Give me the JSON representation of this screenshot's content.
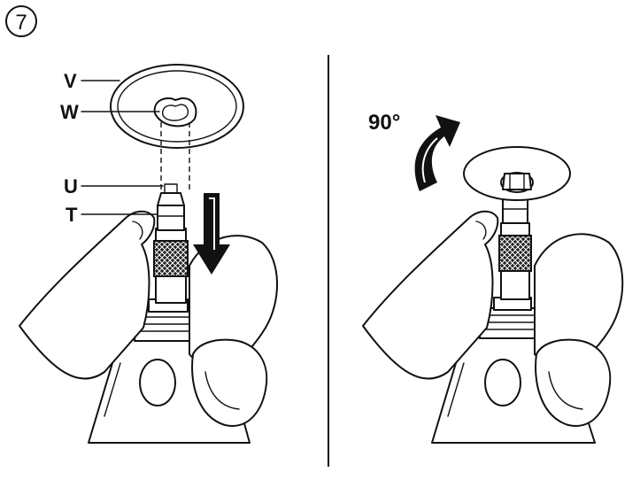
{
  "step": {
    "number": "7"
  },
  "left_panel": {
    "labels": [
      {
        "id": "V",
        "text": "V"
      },
      {
        "id": "W",
        "text": "W"
      },
      {
        "id": "U",
        "text": "U"
      },
      {
        "id": "T",
        "text": "T"
      }
    ]
  },
  "right_panel": {
    "rotation_label": "90°"
  },
  "colors": {
    "ink": "#111111",
    "background": "#ffffff"
  }
}
